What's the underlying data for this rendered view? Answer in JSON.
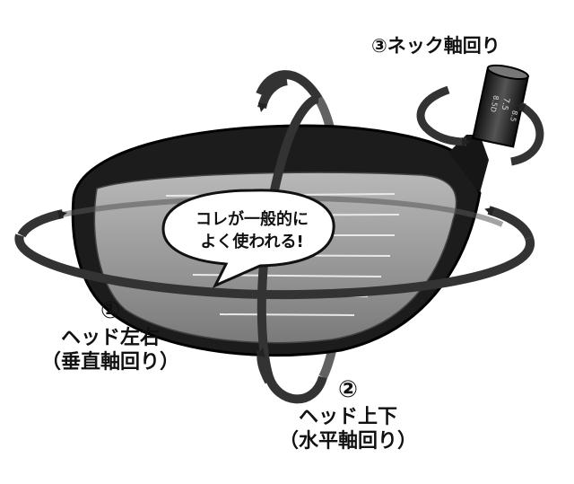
{
  "labels": {
    "neck": "③ネック軸回り",
    "head_lr_num": "①",
    "head_lr": "ヘッド左右",
    "head_lr_sub": "（垂直軸回り）",
    "head_ud_num": "②",
    "head_ud": "ヘッド上下",
    "head_ud_sub": "（水平軸回り）"
  },
  "bubble": {
    "line1": "コレが一般的に",
    "line2": "よく使われる!"
  },
  "hosel_marks": [
    "8.5D",
    "7.5",
    "8.5"
  ],
  "colors": {
    "crown": "#1c1c1c",
    "face": "#9e9e9e",
    "arrow": "#333333",
    "outline": "#000000"
  }
}
